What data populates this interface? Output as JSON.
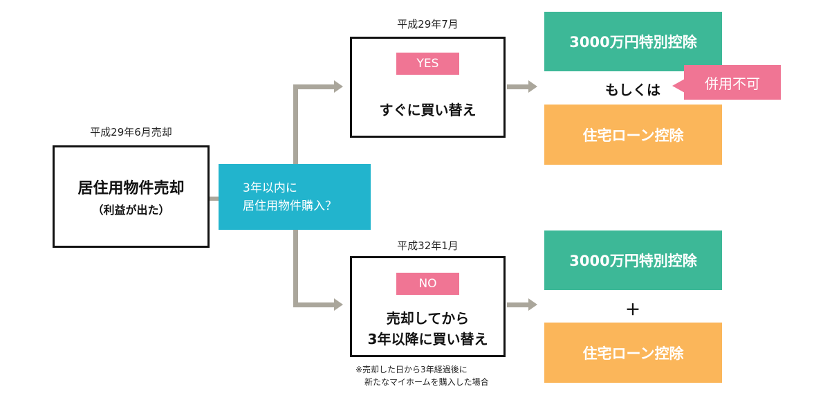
{
  "start": {
    "date_label": "平成29年6月売却",
    "title": "居住用物件売却",
    "subtitle": "（利益が出た）"
  },
  "question": {
    "line1": "3年以内に",
    "line2": "居住用物件購入？"
  },
  "yes_branch": {
    "date_label": "平成29年7月",
    "badge": "YES",
    "text": "すぐに買い替え",
    "result_top": "3000万円特別控除",
    "connector": "もしくは",
    "result_bottom": "住宅ローン控除",
    "callout": "併用不可"
  },
  "no_branch": {
    "date_label": "平成32年1月",
    "badge": "NO",
    "text_line1": "売却してから",
    "text_line2": "3年以降に買い替え",
    "note_line1": "※売却した日から3年経過後に",
    "note_line2": "新たなマイホームを購入した場合",
    "result_top": "3000万円特別控除",
    "connector": "＋",
    "result_bottom": "住宅ローン控除"
  },
  "colors": {
    "pink": "#f07594",
    "green": "#3db897",
    "orange": "#fbb65a",
    "teal": "#22b4cd",
    "connector_gray": "#aaa69b"
  }
}
